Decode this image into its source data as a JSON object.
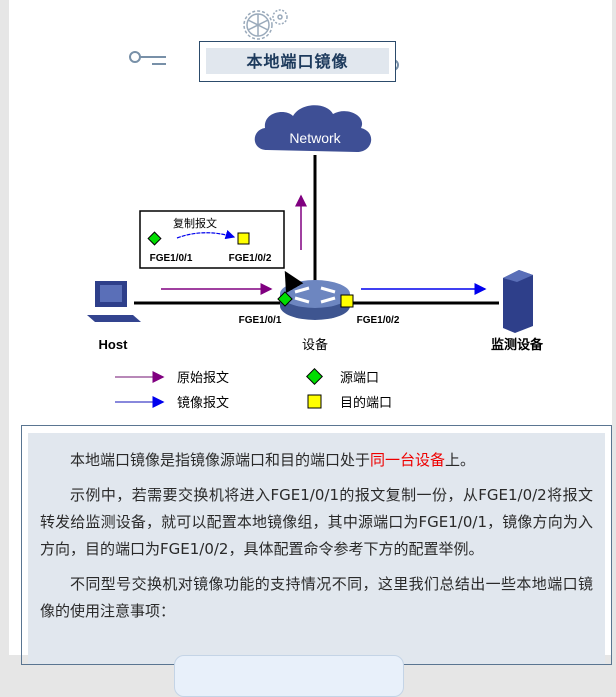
{
  "title": "本地端口镜像",
  "diagram": {
    "network": "Network",
    "copy_label": "复制报文",
    "box_src": "FGE1/0/1",
    "box_dst": "FGE1/0/2",
    "host": "Host",
    "device": "设备",
    "monitor": "监测设备",
    "port_src": "FGE1/0/1",
    "port_dst": "FGE1/0/2",
    "legend": {
      "original": "原始报文",
      "mirror": "镜像报文",
      "source_port": "源端口",
      "dest_port": "目的端口"
    },
    "colors": {
      "original": "#800080",
      "mirror": "#0000ee",
      "source": "#00dd00",
      "dest": "#ffff00"
    }
  },
  "text": {
    "p1_a": "本地端口镜像是指镜像源端口和目的端口处于",
    "p1_red": "同一台设备",
    "p1_b": "上。",
    "p2": "示例中，若需要交换机将进入FGE1/0/1的报文复制一份，从FGE1/0/2将报文转发给监测设备，就可以配置本地镜像组，其中源端口为FGE1/0/1，镜像方向为入方向，目的端口为FGE1/0/2，具体配置命令参考下方的配置举例。",
    "p3": "不同型号交换机对镜像功能的支持情况不同，这里我们总结出一些本地端口镜像的使用注意事项："
  }
}
